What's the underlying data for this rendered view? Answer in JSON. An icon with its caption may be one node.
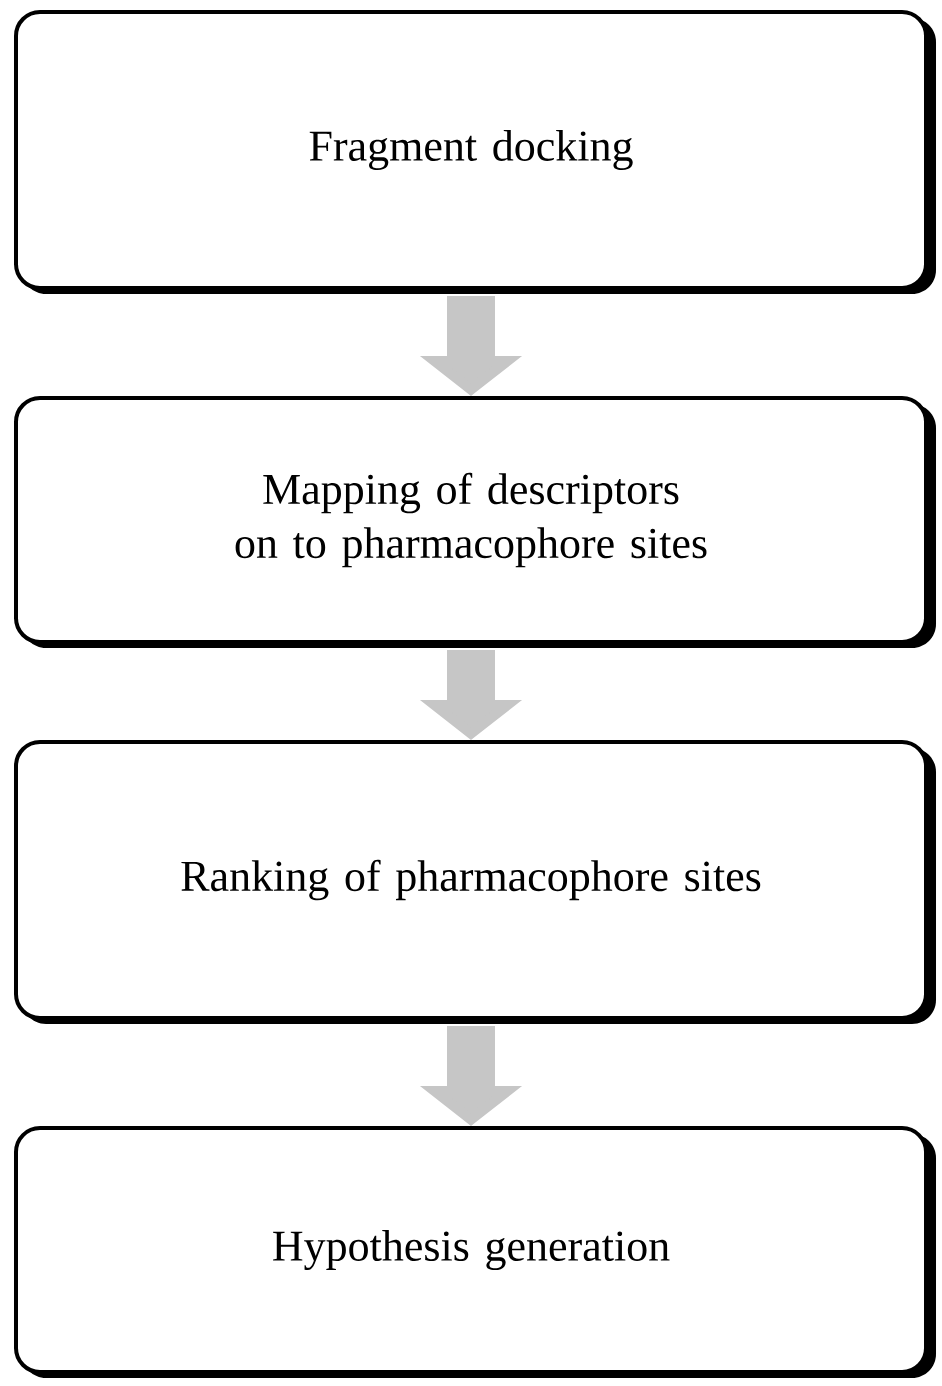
{
  "diagram": {
    "nodes": [
      {
        "text": [
          "Fragment docking"
        ]
      },
      {
        "text": [
          "Mapping of descriptors on to pharmacophore sites"
        ]
      },
      {
        "text": [
          "Ranking of pharmacophore sites"
        ]
      },
      {
        "text": [
          "Hypothesis generation"
        ]
      }
    ],
    "edges": [
      {
        "from": 0,
        "to": 1,
        "arrow": "to"
      },
      {
        "from": 1,
        "to": 2,
        "arrow": "to"
      },
      {
        "from": 2,
        "to": 3,
        "arrow": "to"
      }
    ]
  }
}
